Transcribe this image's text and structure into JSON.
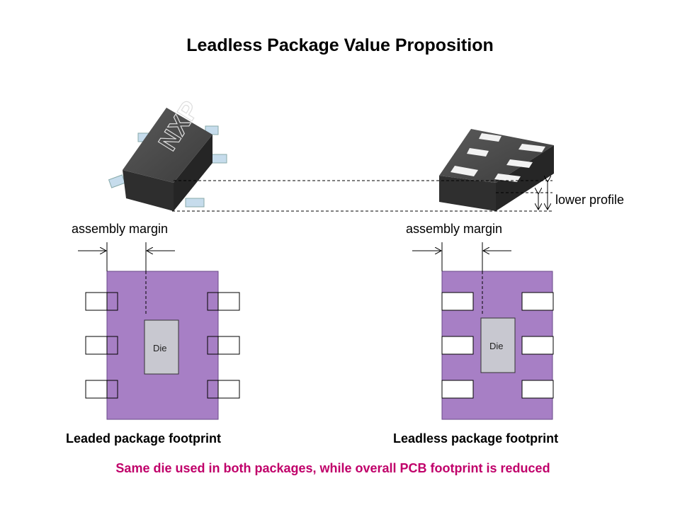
{
  "title": "Leadless Package Value Proposition",
  "leaded": {
    "chip_logo": "NXP",
    "margin_label": "assembly margin",
    "die_label": "Die",
    "footprint_label": "Leaded package footprint"
  },
  "leadless": {
    "margin_label": "assembly margin",
    "die_label": "Die",
    "footprint_label": "Leadless package footprint",
    "profile_label": "lower profile"
  },
  "note": "Same die used in both packages, while  overall PCB footprint is reduced",
  "colors": {
    "footprint": "#a77fc5",
    "die": "#c8c8d0",
    "note": "#c0006a",
    "chip": "#3a3a3a"
  }
}
